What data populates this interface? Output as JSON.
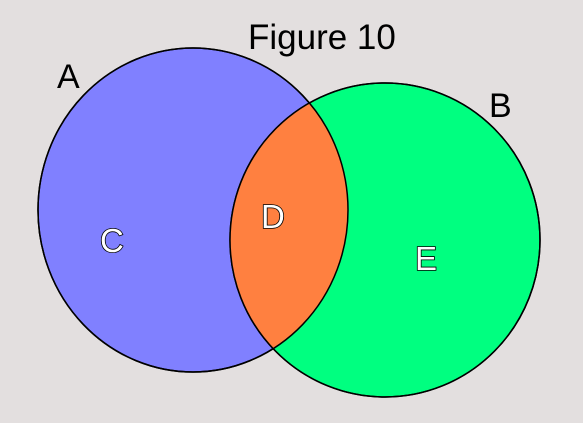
{
  "figure": {
    "title": "Figure 10"
  },
  "sets": {
    "left_label": "A",
    "right_label": "B"
  },
  "regions": {
    "left_only": "C",
    "intersection": "D",
    "right_only": "E"
  },
  "colors": {
    "background": "#e3dfdf",
    "left_circle": "#8080ff",
    "right_circle": "#00ff80",
    "intersection": "#ff8040",
    "outline": "#000000"
  }
}
